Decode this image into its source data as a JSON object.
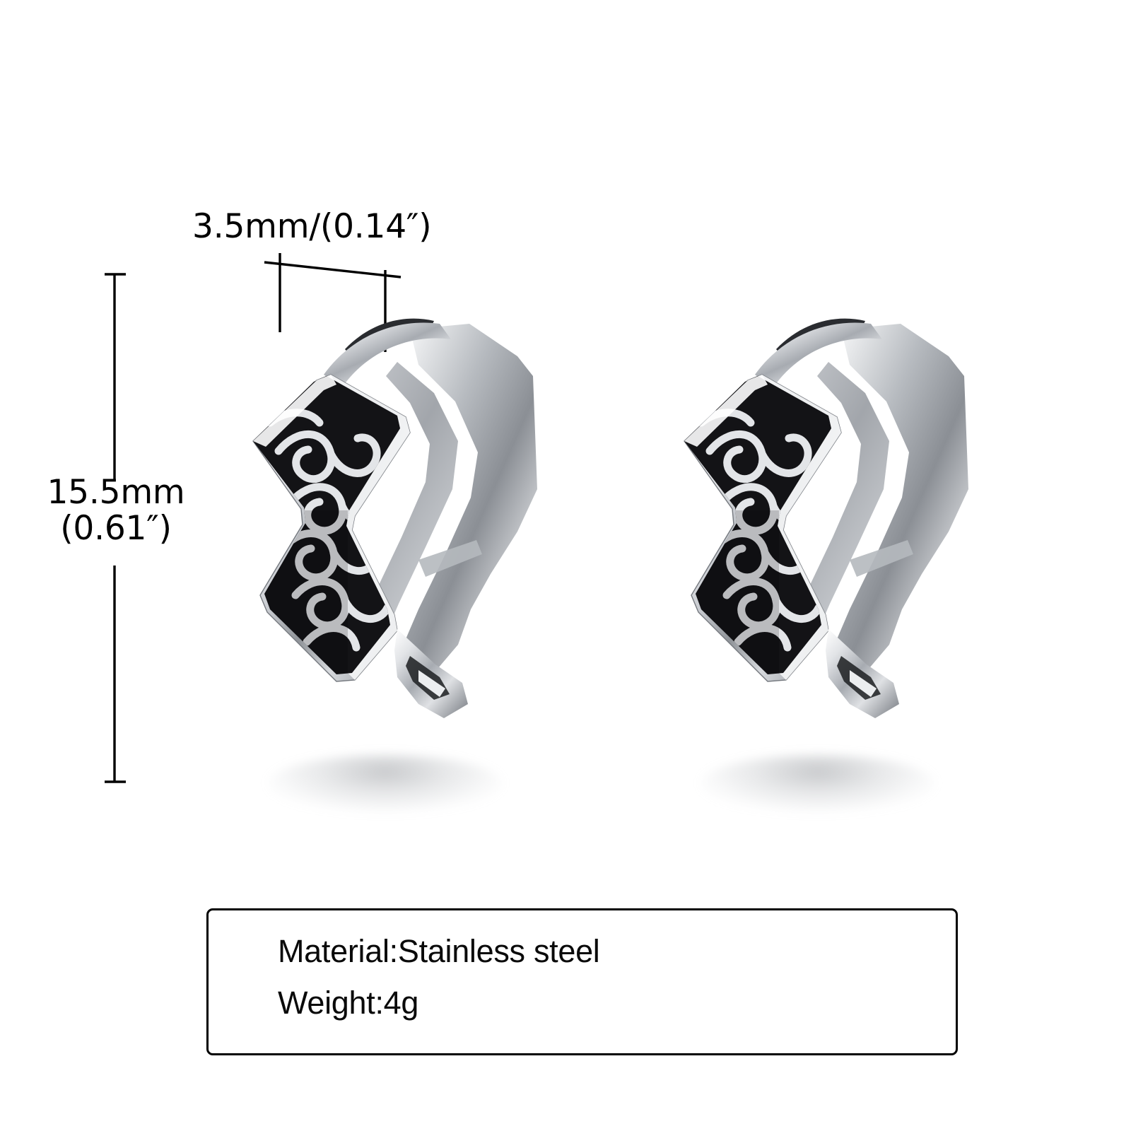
{
  "product": {
    "type": "stainless-steel-huggie-hoop-earrings",
    "count": 2,
    "finish": "polished silver with oxidized black filigree vine pattern"
  },
  "annotations": {
    "width": {
      "label": "3.5mm/(0.14″)",
      "value_mm": 3.5,
      "value_in": 0.14,
      "orientation": "horizontal"
    },
    "height": {
      "label_line1": "15.5mm",
      "label_line2": "(0.61″)",
      "value_mm": 15.5,
      "value_in": 0.61,
      "orientation": "vertical"
    },
    "line_color": "#000000"
  },
  "info_box": {
    "material_line": "Material:Stainless steel",
    "weight_line": "Weight:4g",
    "border_color": "#000000",
    "background_color": "#ffffff"
  },
  "colors": {
    "background": "#ffffff",
    "metal_light": "#fdfdfd",
    "metal_mid": "#b9bcc1",
    "metal_dark": "#6e7278",
    "metal_shadow": "#3c3f44",
    "oxidized_black": "#121214",
    "text": "#000000"
  }
}
